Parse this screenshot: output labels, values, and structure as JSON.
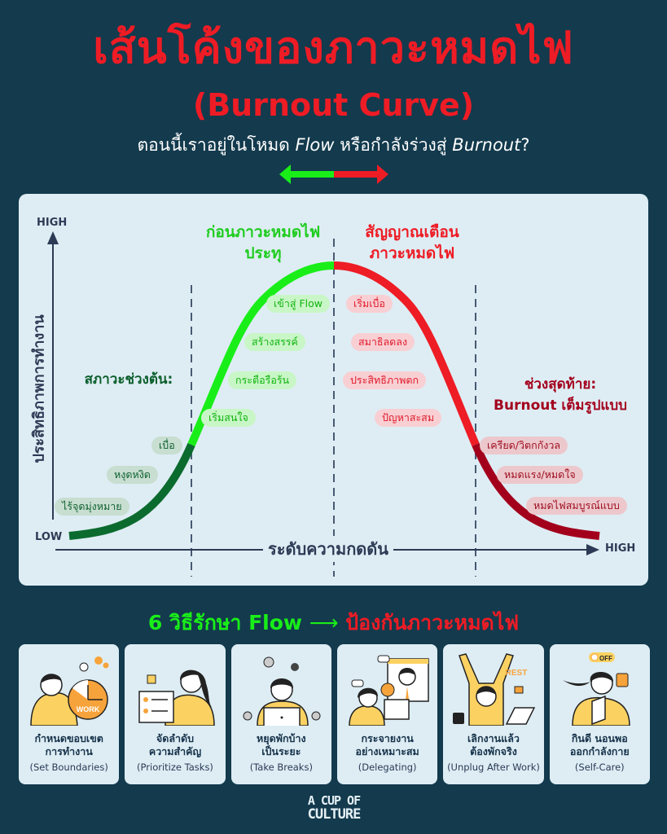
{
  "header": {
    "title_th": "เส้นโค้งของภาวะหมดไฟ",
    "title_en": "(Burnout Curve)",
    "subtitle_pre": "ตอนนี้เราอยู่ในโหมด ",
    "subtitle_flow": "Flow",
    "subtitle_mid": " หรือกำลังร่วงสู่ ",
    "subtitle_burnout": "Burnout",
    "subtitle_end": "?",
    "arrow_colors": {
      "left": "#19ee19",
      "right": "#ee1c25"
    }
  },
  "chart": {
    "y_axis": {
      "high": "HIGH",
      "low": "LOW",
      "label": "ประสิทธิภาพการทำงาน"
    },
    "x_axis": {
      "high": "HIGH",
      "label": "ระดับความกดดัน"
    },
    "phases": {
      "early": {
        "title": "สภาวะช่วงต้น:",
        "color": "#0b5e2b"
      },
      "pre": {
        "title_line1": "ก่อนภาวะหมดไฟ",
        "title_line2": "ประทุ",
        "color": "#1fcc1f"
      },
      "warning": {
        "title_line1": "สัญญาณเตือน",
        "title_line2": "ภาวะหมดไฟ",
        "color": "#ee1c25"
      },
      "final": {
        "title_line1": "ช่วงสุดท้าย:",
        "title_line2": "Burnout เต็มรูปแบบ",
        "color": "#a3001c"
      }
    },
    "labels": {
      "early": [
        "ไร้จุดมุ่งหมาย",
        "หงุดหงิด",
        "เบื่อ"
      ],
      "pre": [
        "เริ่มสนใจ",
        "กระตือรือร้น",
        "สร้างสรรค์",
        "เข้าสู่ Flow"
      ],
      "warning": [
        "เริ่มเบื่อ",
        "สมาธิลดลง",
        "ประสิทธิภาพตก",
        "ปัญหาสะสม"
      ],
      "final": [
        "เครียด/วิตกกังวล",
        "หมดแรง/หมดใจ",
        "หมดไฟสมบูรณ์แบบ"
      ]
    }
  },
  "chart_data": {
    "type": "line",
    "title": "เส้นโค้งของภาวะหมดไฟ (Burnout Curve)",
    "xlabel": "ระดับความกดดัน",
    "ylabel": "ประสิทธิภาพการทำงาน",
    "x_ticks": [
      "LOW",
      "HIGH"
    ],
    "y_ticks": [
      "LOW",
      "HIGH"
    ],
    "grid": false,
    "segments": [
      {
        "name": "สภาวะช่วงต้น",
        "color": "#0b6b2e",
        "points": [
          "ไร้จุดมุ่งหมาย",
          "หงุดหงิด",
          "เบื่อ"
        ]
      },
      {
        "name": "ก่อนภาวะหมดไฟประทุ",
        "color": "#19ee19",
        "points": [
          "เริ่มสนใจ",
          "กระตือรือร้น",
          "สร้างสรรค์",
          "เข้าสู่ Flow"
        ]
      },
      {
        "name": "สัญญาณเตือนภาวะหมดไฟ",
        "color": "#ee1c25",
        "points": [
          "เริ่มเบื่อ",
          "สมาธิลดลง",
          "ประสิทธิภาพตก",
          "ปัญหาสะสม"
        ]
      },
      {
        "name": "Burnout เต็มรูปแบบ",
        "color": "#a3001c",
        "points": [
          "เครียด/วิตกกังวล",
          "หมดแรง/หมดใจ",
          "หมดไฟสมบูรณ์แบบ"
        ]
      }
    ],
    "x": [
      0.0,
      0.15,
      0.25,
      0.3,
      0.4,
      0.5,
      0.6,
      0.7,
      0.78,
      0.85,
      1.0
    ],
    "values": [
      0.03,
      0.1,
      0.3,
      0.55,
      0.85,
      1.0,
      0.85,
      0.55,
      0.3,
      0.1,
      0.03
    ]
  },
  "section": {
    "title_green": "6 วิธีรักษา Flow",
    "arrow": "⟶",
    "title_red": "ป้องกันภาวะหมดไฟ"
  },
  "tips": [
    {
      "th_line1": "กำหนดขอบเขต",
      "th_line2": "การทำงาน",
      "en": "(Set Boundaries)"
    },
    {
      "th_line1": "จัดลำดับ",
      "th_line2": "ความสำคัญ",
      "en": "(Prioritize Tasks)"
    },
    {
      "th_line1": "หยุดพักบ้าง",
      "th_line2": "เป็นระยะ",
      "en": "(Take Breaks)"
    },
    {
      "th_line1": "กระจายงาน",
      "th_line2": "อย่างเหมาะสม",
      "en": "(Delegating)"
    },
    {
      "th_line1": "เลิกงานแล้ว",
      "th_line2": "ต้องพักจริง",
      "en": "(Unplug After Work)"
    },
    {
      "th_line1": "กินดี นอนพอ",
      "th_line2": "ออกกำลังกาย",
      "en": "(Self-Care)"
    }
  ],
  "illustration_text": {
    "work": "WORK",
    "rest": "REST",
    "off": "OFF"
  },
  "logo": {
    "line1": "A CUP OF",
    "line2": "CULTURE"
  }
}
